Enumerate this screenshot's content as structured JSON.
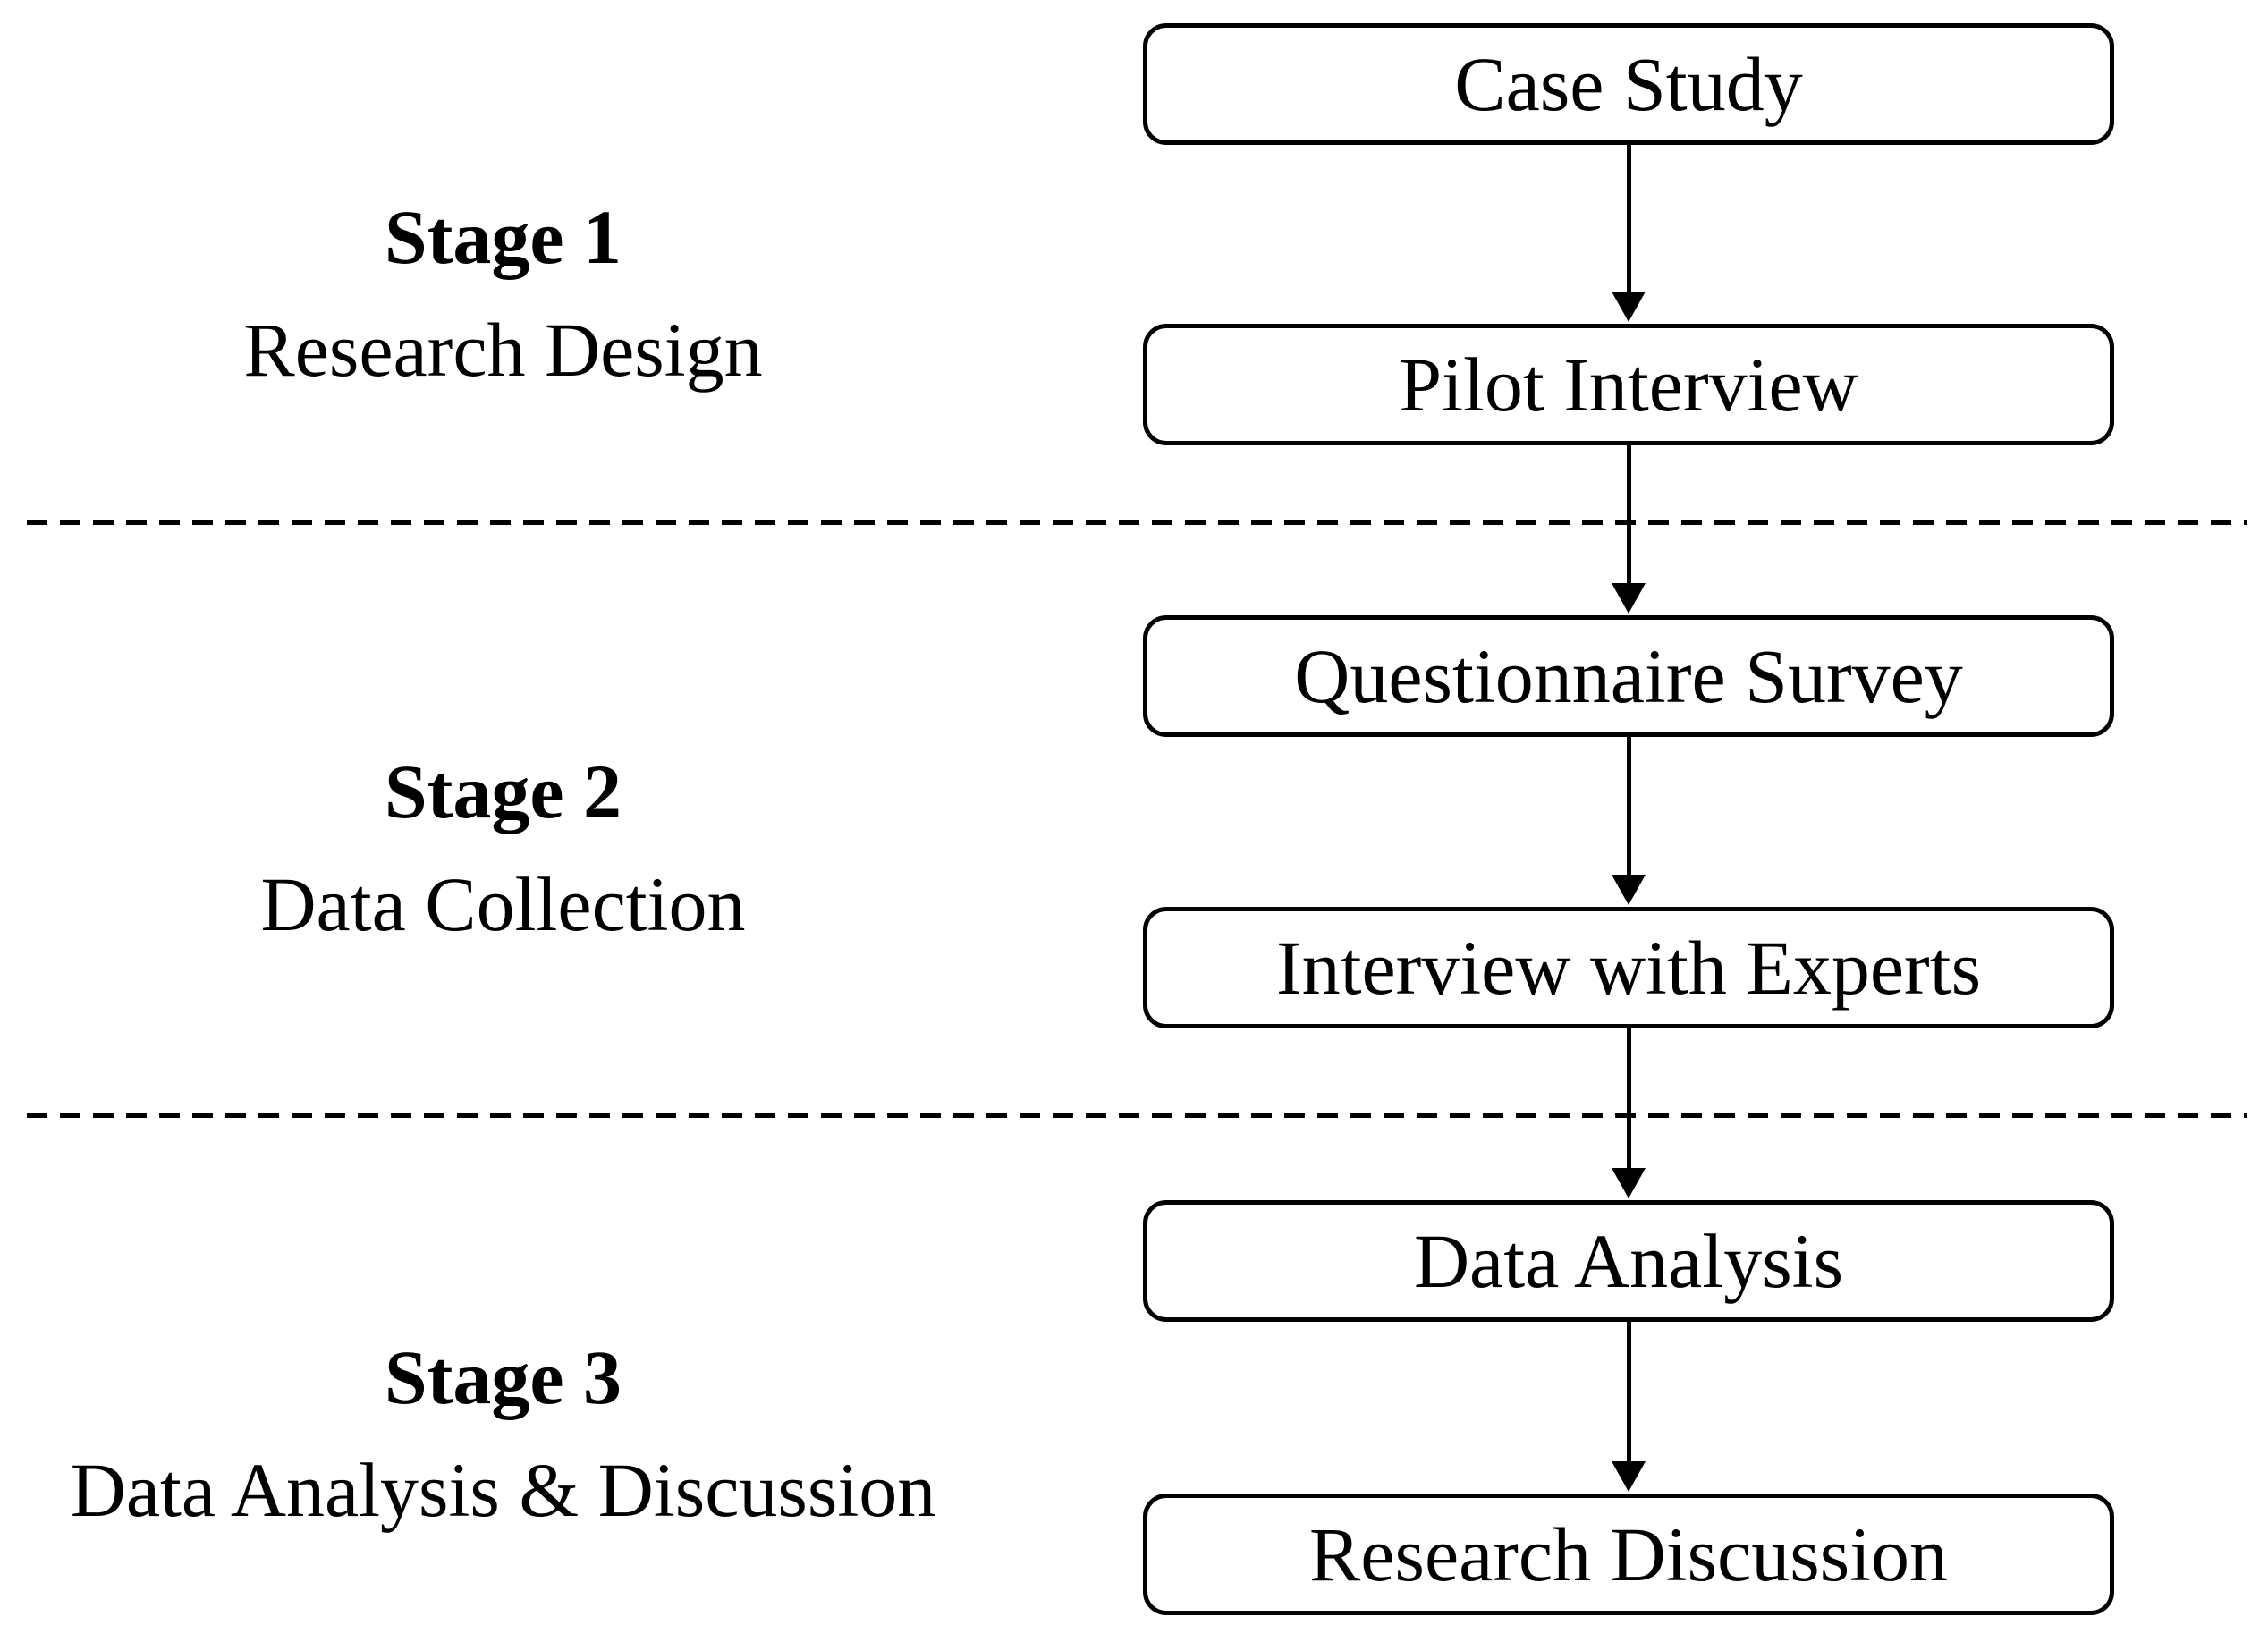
{
  "diagram": {
    "title_implicit": "Research process flowchart",
    "colors": {
      "ink": "#000000",
      "background": "#ffffff"
    },
    "stages": [
      {
        "title": "Stage 1",
        "subtitle": "Research Design"
      },
      {
        "title": "Stage 2",
        "subtitle": "Data Collection"
      },
      {
        "title": "Stage 3",
        "subtitle": "Data Analysis & Discussion"
      }
    ],
    "nodes": [
      {
        "label": "Case Study"
      },
      {
        "label": "Pilot Interview"
      },
      {
        "label": "Questionnaire Survey"
      },
      {
        "label": "Interview with Experts"
      },
      {
        "label": "Data Analysis"
      },
      {
        "label": "Research Discussion"
      }
    ],
    "edges": [
      {
        "from": "Case Study",
        "to": "Pilot Interview"
      },
      {
        "from": "Pilot Interview",
        "to": "Questionnaire Survey"
      },
      {
        "from": "Questionnaire Survey",
        "to": "Interview with Experts"
      },
      {
        "from": "Interview with Experts",
        "to": "Data Analysis"
      },
      {
        "from": "Data Analysis",
        "to": "Research Discussion"
      }
    ]
  }
}
